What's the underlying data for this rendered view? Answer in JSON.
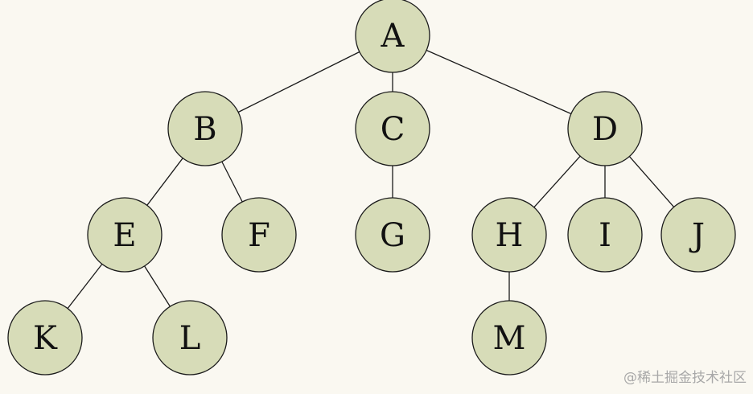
{
  "diagram": {
    "type": "tree",
    "nodes": [
      {
        "id": "A",
        "label": "A"
      },
      {
        "id": "B",
        "label": "B"
      },
      {
        "id": "C",
        "label": "C"
      },
      {
        "id": "D",
        "label": "D"
      },
      {
        "id": "E",
        "label": "E"
      },
      {
        "id": "F",
        "label": "F"
      },
      {
        "id": "G",
        "label": "G"
      },
      {
        "id": "H",
        "label": "H"
      },
      {
        "id": "I",
        "label": "I"
      },
      {
        "id": "J",
        "label": "J"
      },
      {
        "id": "K",
        "label": "K"
      },
      {
        "id": "L",
        "label": "L"
      },
      {
        "id": "M",
        "label": "M"
      }
    ],
    "edges": [
      [
        "A",
        "B"
      ],
      [
        "A",
        "C"
      ],
      [
        "A",
        "D"
      ],
      [
        "B",
        "E"
      ],
      [
        "B",
        "F"
      ],
      [
        "C",
        "G"
      ],
      [
        "D",
        "H"
      ],
      [
        "D",
        "I"
      ],
      [
        "D",
        "J"
      ],
      [
        "E",
        "K"
      ],
      [
        "E",
        "L"
      ],
      [
        "H",
        "M"
      ]
    ],
    "colors": {
      "node_fill": "#d7dcb8",
      "node_stroke": "#1a1a1a",
      "edge": "#1a1a1a",
      "background": "#faf8f1"
    }
  },
  "watermark": {
    "text": "@稀土掘金技术社区"
  }
}
